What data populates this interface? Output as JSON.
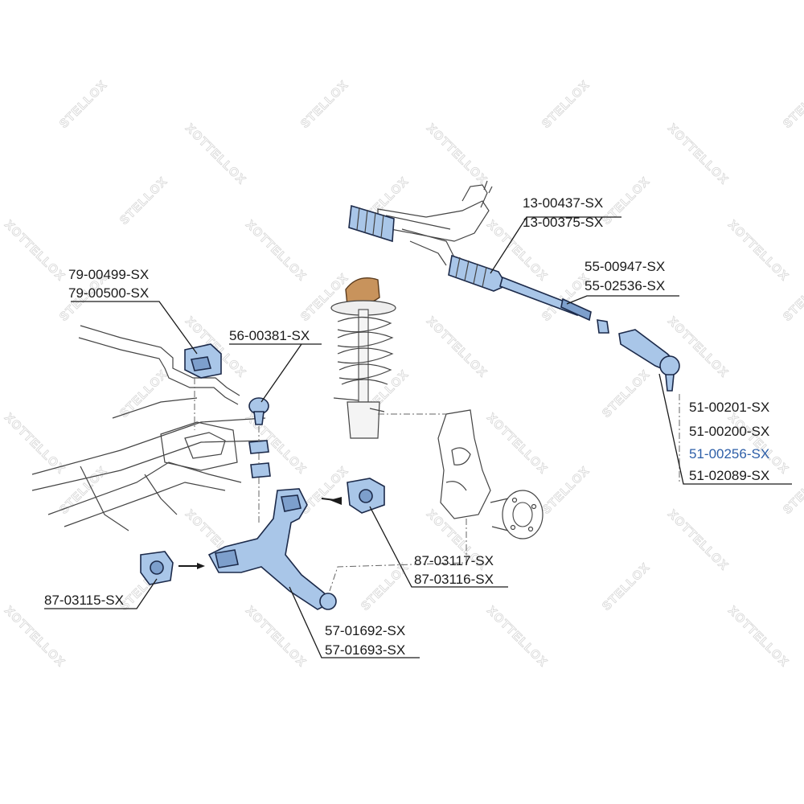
{
  "watermark": {
    "brand_a": "STELLOX",
    "brand_b": "XOTTELLOX"
  },
  "colors": {
    "part_fill": "#a9c6e8",
    "part_stroke": "#1c2a4a",
    "mount_fill": "#c8935c",
    "active_label": "#2e5fa8"
  },
  "callouts": [
    {
      "id": "steering-rack",
      "lines": [
        "13-00437-SX",
        "13-00375-SX"
      ]
    },
    {
      "id": "tie-rod",
      "lines": [
        "55-00947-SX",
        "55-02536-SX"
      ]
    },
    {
      "id": "tie-rod-end",
      "lines": [
        "51-00201-SX",
        "51-00200-SX",
        "51-00256-SX",
        "51-02089-SX"
      ],
      "highlighted_line": 2
    },
    {
      "id": "stabilizer-bushing",
      "lines": [
        "79-00499-SX",
        "79-00500-SX"
      ]
    },
    {
      "id": "stabilizer-link",
      "lines": [
        "56-00381-SX"
      ]
    },
    {
      "id": "rear-arm-bushing",
      "lines": [
        "87-03117-SX",
        "87-03116-SX"
      ]
    },
    {
      "id": "front-arm-bushing",
      "lines": [
        "87-03115-SX"
      ]
    },
    {
      "id": "control-arm",
      "lines": [
        "57-01692-SX",
        "57-01693-SX"
      ]
    }
  ]
}
